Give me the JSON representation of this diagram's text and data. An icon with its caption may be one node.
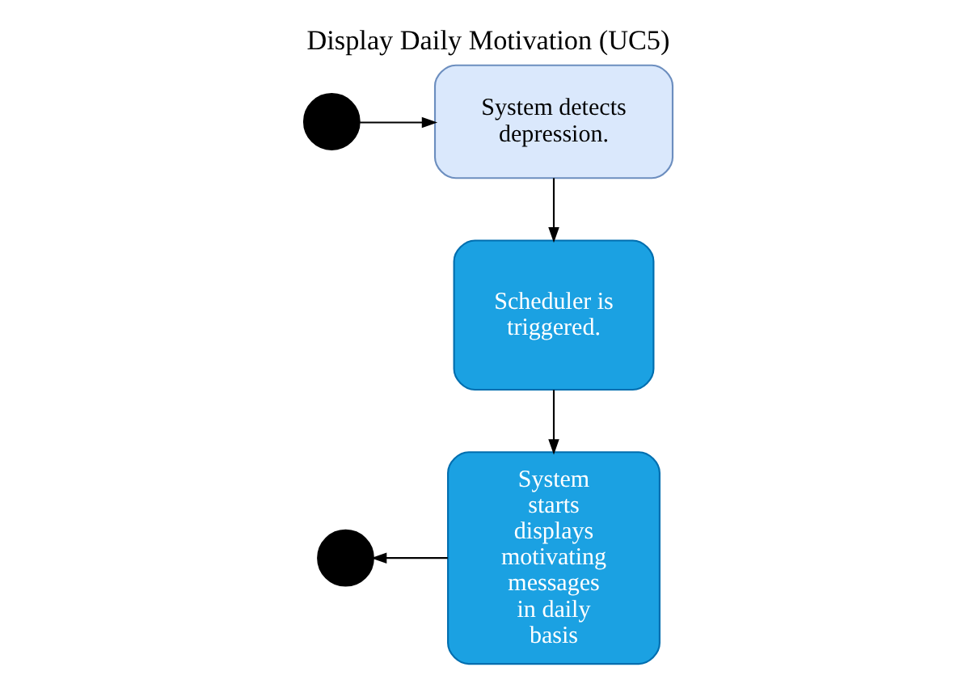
{
  "diagram": {
    "title": "Display Daily Motivation (UC5)",
    "nodes": [
      {
        "text": [],
        "shape": "circle"
      },
      {
        "text": [
          "System detects depression."
        ]
      },
      {
        "text": [
          "Scheduler is triggered."
        ]
      },
      {
        "text": [
          "System starts displays motivating messages in daily basis"
        ]
      },
      {
        "text": [],
        "shape": "circle"
      }
    ],
    "edges": [
      {
        "from": 0,
        "to": 1,
        "arrow": "to"
      },
      {
        "from": 1,
        "to": 2,
        "arrow": "to"
      },
      {
        "from": 2,
        "to": 3,
        "arrow": "to"
      },
      {
        "from": 3,
        "to": 4,
        "arrow": "to"
      }
    ]
  }
}
